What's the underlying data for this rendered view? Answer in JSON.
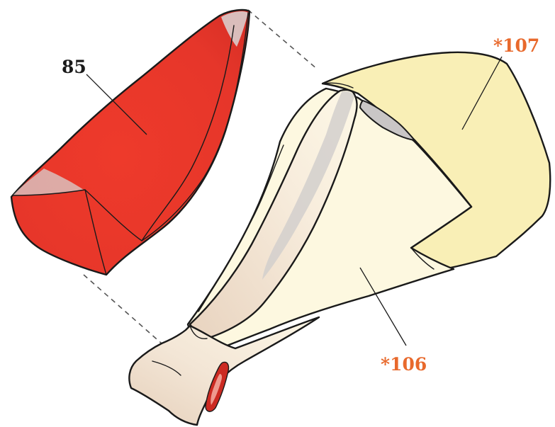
{
  "figure": {
    "labels": [
      {
        "id": "85",
        "text": "85",
        "color": "#1a1a1a"
      },
      {
        "id": "107",
        "text": "*107",
        "color": "#e8692c"
      },
      {
        "id": "106",
        "text": "*106",
        "color": "#e8692c"
      }
    ],
    "colors": {
      "muscle_red": "#e8352a",
      "muscle_dark": "#b9271f",
      "bone_pale": "#fdf8df",
      "cartilage_yellow": "#f9efb6",
      "neck_tan": "#ecd9c6",
      "glenoid_gray": "#c9c6c6",
      "label_orange": "#e8692c"
    }
  }
}
